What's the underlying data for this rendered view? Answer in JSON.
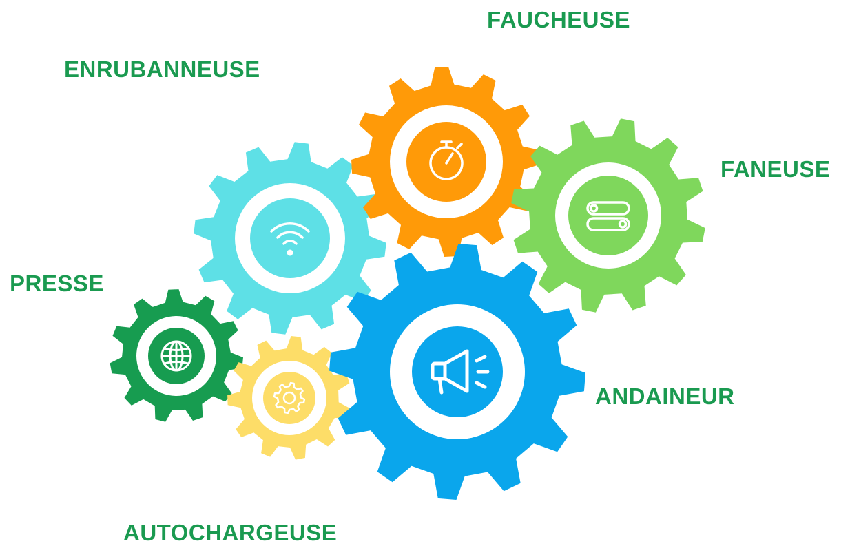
{
  "colors": {
    "label_green": "#1a9a50",
    "gear_cyan": "#5ee0e6",
    "gear_orange": "#ff9a08",
    "gear_lightgreen": "#7fd75c",
    "gear_blue": "#0aa6ec",
    "gear_darkgreen": "#179c50",
    "gear_yellow": "#fddd68",
    "ring_white": "#ffffff"
  },
  "labels": {
    "faucheuse": "FAUCHEUSE",
    "enrubanneuse": "ENRUBANNEUSE",
    "faneuse": "FANEUSE",
    "presse": "PRESSE",
    "andaineur": "ANDAINEUR",
    "autochargeuse": "AUTOCHARGEUSE"
  },
  "gears": [
    {
      "id": "cyan",
      "color": "gear_cyan",
      "icon": "wifi-icon"
    },
    {
      "id": "orange",
      "color": "gear_orange",
      "icon": "stopwatch-icon"
    },
    {
      "id": "lightgreen",
      "color": "gear_lightgreen",
      "icon": "toggle-icon"
    },
    {
      "id": "darkgreen",
      "color": "gear_darkgreen",
      "icon": "globe-icon"
    },
    {
      "id": "yellow",
      "color": "gear_yellow",
      "icon": "cog-icon"
    },
    {
      "id": "blue",
      "color": "gear_blue",
      "icon": "megaphone-icon"
    }
  ]
}
